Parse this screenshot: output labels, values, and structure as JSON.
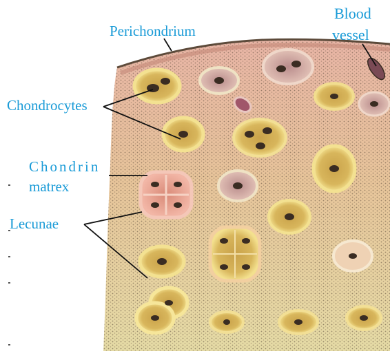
{
  "labels": {
    "perichondrium": "Perichondrium",
    "blood_vessel_line1": "Blood",
    "blood_vessel_line2": "vessel",
    "chondrocytes": "Chondrocytes",
    "chondrin_line1": "Chondrin",
    "chondrin_line2": "matrex",
    "lecunae": "Lecunae"
  },
  "colors": {
    "label_text": "#1a9bd7",
    "leader_line": "#111111",
    "matrix_top": "#e7b7a8",
    "matrix_bottom": "#e4d9a5",
    "stipple": "#5a4a3a",
    "cell_ring": "#f1dd86",
    "nucleus": "#3a2c22"
  }
}
